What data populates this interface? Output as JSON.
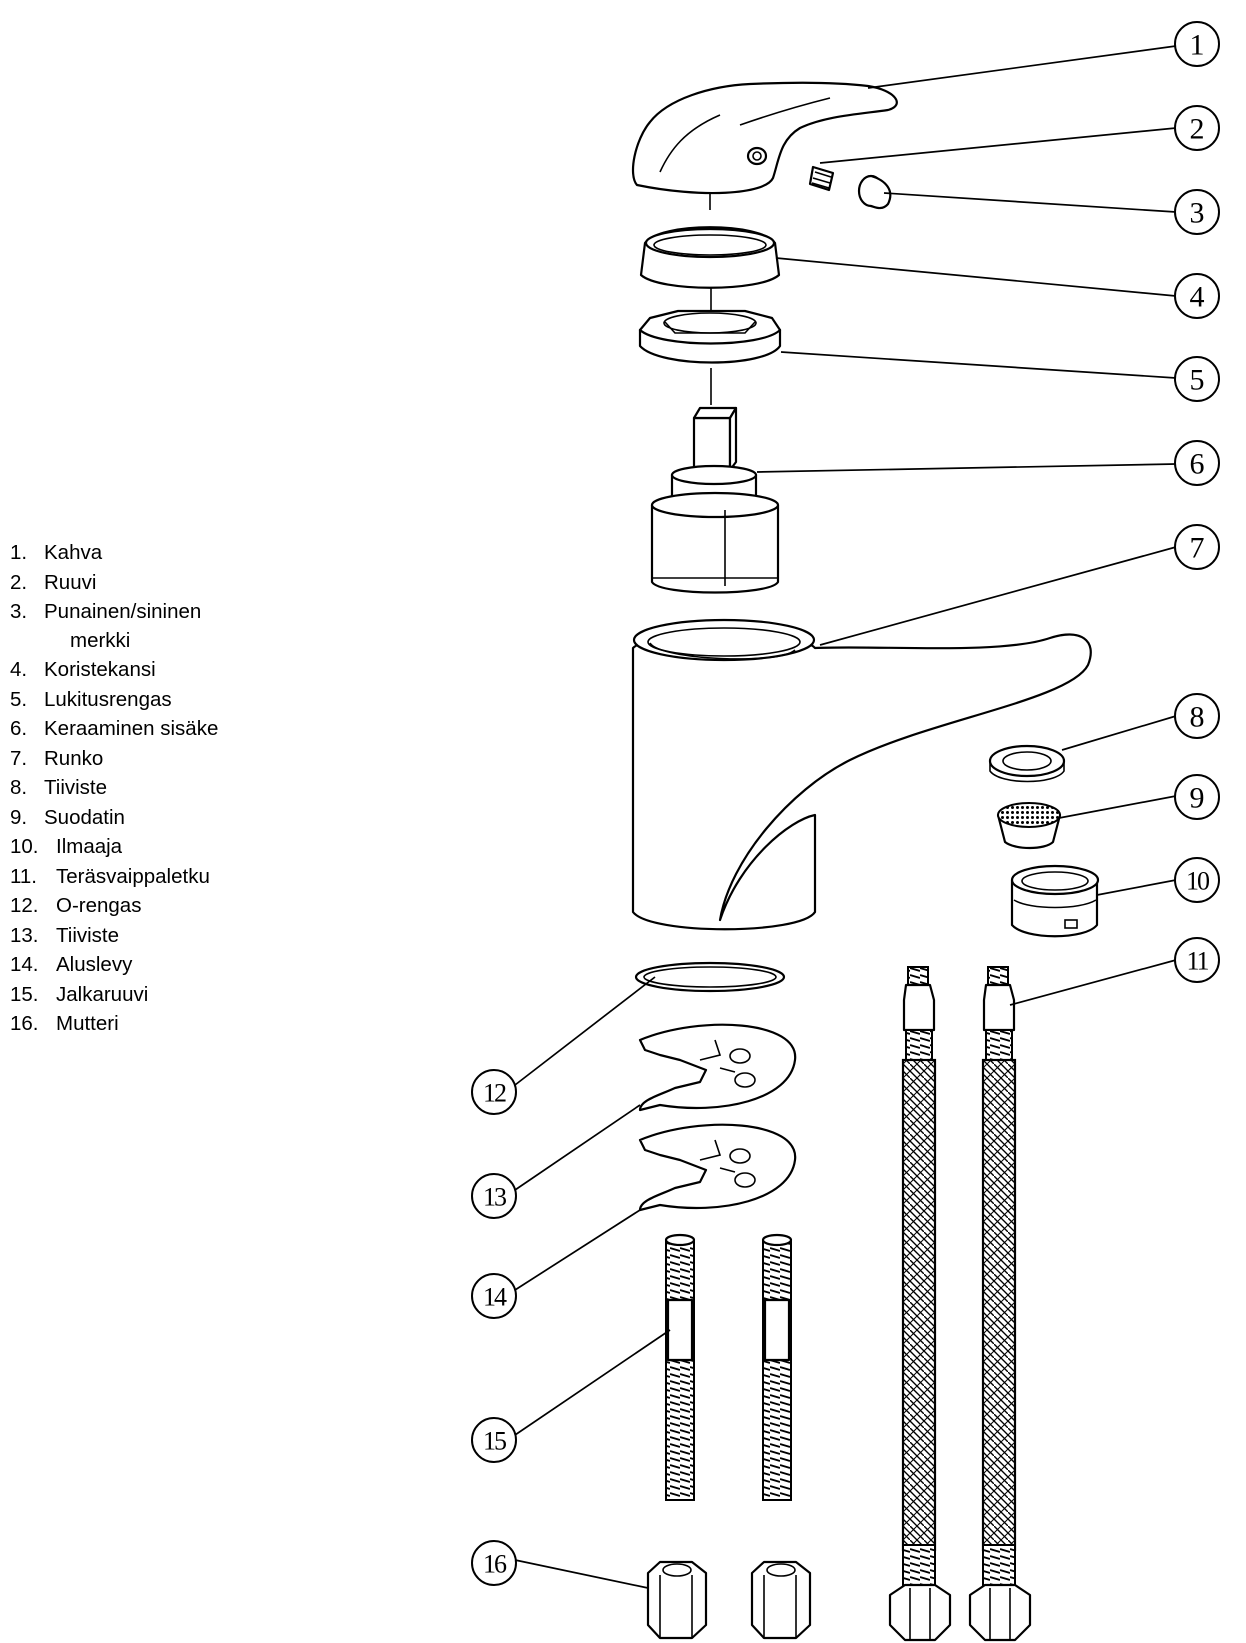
{
  "legend": {
    "items": [
      {
        "num": "1.",
        "label": "Kahva"
      },
      {
        "num": "2.",
        "label": "Ruuvi"
      },
      {
        "num": "3.",
        "label": "Punainen/sininen",
        "label_cont": "merkki"
      },
      {
        "num": "4.",
        "label": "Koristekansi"
      },
      {
        "num": "5.",
        "label": "Lukitusrengas"
      },
      {
        "num": "6.",
        "label": "Keraaminen sisäke"
      },
      {
        "num": "7.",
        "label": "Runko"
      },
      {
        "num": "8.",
        "label": "Tiiviste"
      },
      {
        "num": "9.",
        "label": "Suodatin"
      },
      {
        "num": "10.",
        "label": "Ilmaaja"
      },
      {
        "num": "11.",
        "label": "Teräsvaippaletku"
      },
      {
        "num": "12.",
        "label": "O-rengas"
      },
      {
        "num": "13.",
        "label": "Tiiviste"
      },
      {
        "num": "14.",
        "label": "Aluslevy"
      },
      {
        "num": "15.",
        "label": "Jalkaruuvi"
      },
      {
        "num": "16.",
        "label": "Mutteri"
      }
    ]
  },
  "callouts": [
    "1",
    "2",
    "3",
    "4",
    "5",
    "6",
    "7",
    "8",
    "9",
    "10",
    "11",
    "12",
    "13",
    "14",
    "15",
    "16"
  ]
}
